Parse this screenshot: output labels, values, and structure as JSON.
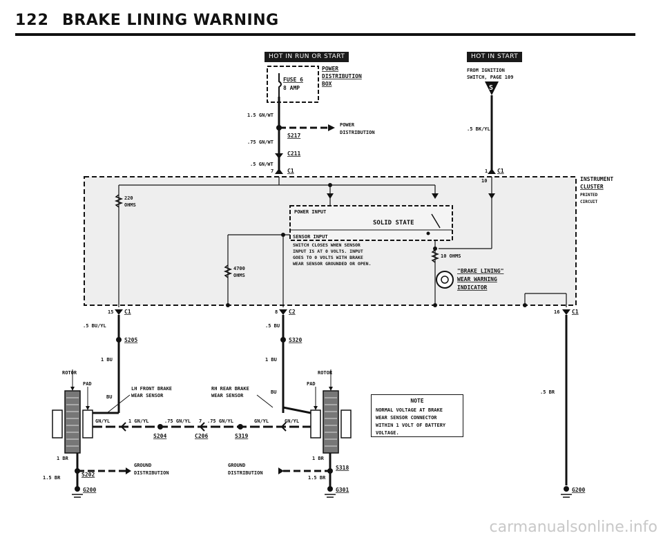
{
  "page_header": {
    "number": "122",
    "title": "BRAKE LINING WARNING"
  },
  "badges": {
    "hot_run_start": "HOT IN RUN OR START",
    "hot_start": "HOT IN START"
  },
  "fuse": {
    "name": "FUSE 6",
    "rating": "8 AMP",
    "box_line1": "POWER",
    "box_line2": "DISTRIBUTION",
    "box_line3": "BOX"
  },
  "ignition": {
    "line1": "FROM IGNITION",
    "line2": "SWITCH, PAGE 109",
    "symbol": "S"
  },
  "wires": {
    "w1": "1.5 GN/WT",
    "w2": ".75 GN/WT",
    "w3": ".5 GN/WT",
    "bkyl": ".5 BK/YL",
    "buyl": ".5 BU/YL",
    "bu_left": "1 BU",
    "bu_5": ".5 BU",
    "bu_right": "1 BU",
    "br_left": "1 BR",
    "br_left2": "1.5 BR",
    "br_right": "1 BR",
    "br_right2": "1.5 BR",
    "br_5": ".5 BR",
    "gnyl_left": "GN/YL",
    "gnyl_1": "1 GN/YL",
    "gnyl_75a": ".75 GN/YL",
    "gnyl_75b": ".75 GN/YL",
    "gnyl_c": "GN/YL",
    "gnyl_right": "GN/YL",
    "bu_short_l": "BU",
    "bu_short_r": "BU"
  },
  "splices": {
    "s217": "S217",
    "c211": "C211",
    "s205": "S205",
    "s320": "S320",
    "s204": "S204",
    "c206": "C206",
    "s319": "S319",
    "s202": "S202",
    "s318": "S318"
  },
  "grounds": {
    "g200a": "G200",
    "g301": "G301",
    "g200b": "G200"
  },
  "connectors": {
    "c1": "C1",
    "c2": "C2",
    "pin7": "7",
    "pin1": "1",
    "pin10": "10",
    "pin15a": "15",
    "pin8": "8",
    "pin16": "16"
  },
  "power_dist": {
    "line1": "POWER",
    "line2": "DISTRIBUTION"
  },
  "cluster": {
    "line1": "INSTRUMENT",
    "line2": "CLUSTER",
    "line3": "PRINTED",
    "line4": "CIRCUIT"
  },
  "components": {
    "r220": "220",
    "r220u": "OHMS",
    "r4700": "4700",
    "r4700u": "OHMS",
    "r10": "10 OHMS",
    "power_input": "POWER INPUT",
    "solid_state": "SOLID STATE",
    "sensor_input": "SENSOR INPUT",
    "desc1": "SWITCH CLOSES WHEN SENSOR",
    "desc2": "INPUT IS AT 0 VOLTS. INPUT",
    "desc3": "GOES TO 0 VOLTS WITH BRAKE",
    "desc4": "WEAR SENSOR GROUNDED OR OPEN.",
    "ind1": "\"BRAKE LINING\"",
    "ind2": "WEAR WARNING",
    "ind3": "INDICATOR"
  },
  "brakes": {
    "rotor_l": "ROTOR",
    "pad_l": "PAD",
    "rotor_r": "ROTOR",
    "pad_r": "PAD",
    "lh1": "LH FRONT BRAKE",
    "lh2": "WEAR SENSOR",
    "rh1": "RH REAR BRAKE",
    "rh2": "WEAR SENSOR",
    "gd_l1": "GROUND",
    "gd_l2": "DISTRIBUTION",
    "gd_r1": "GROUND",
    "gd_r2": "DISTRIBUTION"
  },
  "note": {
    "title": "NOTE",
    "body": "NORMAL VOLTAGE AT BRAKE\nWEAR SENSOR CONNECTOR\nWITHIN 1 VOLT OF BATTERY\nVOLTAGE."
  },
  "watermark": "carmanualsonline.info"
}
